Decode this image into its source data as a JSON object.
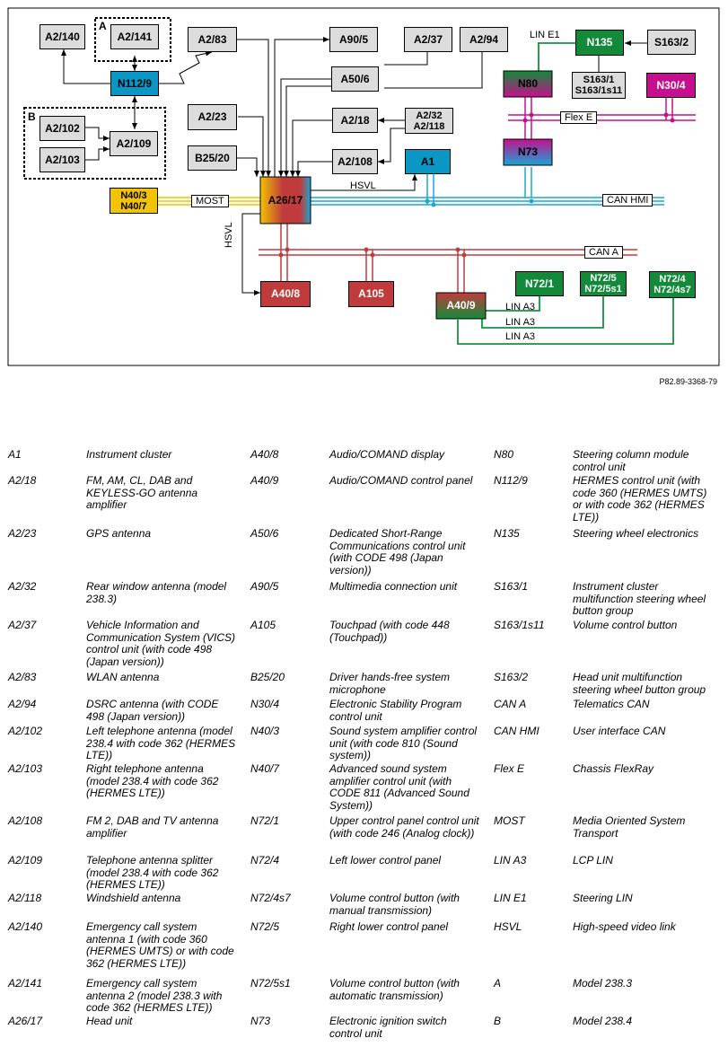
{
  "diagram": {
    "nodes": {
      "a2_140": "A2/140",
      "a2_141": "A2/141",
      "a2_83": "A2/83",
      "a90_5": "A90/5",
      "a2_37": "A2/37",
      "a2_94": "A2/94",
      "n135": "N135",
      "s163_2": "S163/2",
      "n112_9": "N112/9",
      "a50_6": "A50/6",
      "n80": "N80",
      "s163_1": "S163/1\nS163/1s11",
      "n30_4": "N30/4",
      "a2_102": "A2/102",
      "a2_109": "A2/109",
      "a2_103": "A2/103",
      "a2_23": "A2/23",
      "a2_18": "A2/18",
      "a2_32": "A2/32\nA2/118",
      "n73": "N73",
      "b25_20": "B25/20",
      "a2_108": "A2/108",
      "a1": "A1",
      "n40": "N40/3\nN40/7",
      "a26_17": "A26/17",
      "a40_8": "A40/8",
      "a105": "A105",
      "a40_9": "A40/9",
      "n72_1": "N72/1",
      "n72_5": "N72/5\nN72/5s1",
      "n72_4": "N72/4\nN72/4s7"
    },
    "group_a": "A",
    "group_b": "B",
    "bus_labels": {
      "lin_e1": "LIN E1",
      "flex_e": "Flex E",
      "most": "MOST",
      "hsvl_top": "HSVL",
      "hsvl_side": "HSVL",
      "can_hmi": "CAN HMI",
      "can_a": "CAN A",
      "lin_a3_1": "LIN A3",
      "lin_a3_2": "LIN A3",
      "lin_a3_3": "LIN A3"
    },
    "caption": "P82.89-3368-79",
    "colors": {
      "can_hmi": "#1aa6d6",
      "can_a": "#c23a3a",
      "flex_e": "#c4108c",
      "lin": "#179040",
      "most": "#f2c300"
    }
  },
  "legend": [
    [
      "A1",
      "Instrument cluster",
      "A40/8",
      "Audio/COMAND display",
      "N80",
      "Steering column module control unit"
    ],
    [
      "A2/18",
      "FM, AM, CL, DAB and KEYLESS-GO antenna amplifier",
      "A40/9",
      "Audio/COMAND control panel",
      "N112/9",
      "HERMES control unit (with code 360 (HERMES UMTS) or with code 362 (HERMES LTE))"
    ],
    [
      "A2/23",
      "GPS antenna",
      "A50/6",
      "Dedicated Short-Range Communications control unit (with CODE 498 (Japan version))",
      "N135",
      "Steering wheel electronics"
    ],
    [
      "A2/32",
      "Rear window antenna (model 238.3)",
      "A90/5",
      "Multimedia connection unit",
      "S163/1",
      "Instrument cluster multifunction steering wheel button group"
    ],
    [
      "A2/37",
      "Vehicle Information and Communication System (VICS) control unit (with code 498 (Japan version))",
      "A105",
      "Touchpad (with code 448 (Touchpad))",
      "S163/1s11",
      "Volume control button"
    ],
    [
      "A2/83",
      "WLAN antenna",
      "B25/20",
      "Driver hands-free system microphone",
      "S163/2",
      "Head unit multifunction steering wheel button group"
    ],
    [
      "A2/94",
      "DSRC antenna (with CODE 498 (Japan version))",
      "N30/4",
      "Electronic Stability Program control unit",
      "CAN A",
      "Telematics CAN"
    ],
    [
      "A2/102",
      "Left telephone antenna (model 238.4 with code 362 (HERMES LTE))",
      "N40/3",
      "Sound system amplifier control unit (with code 810 (Sound system))",
      "CAN HMI",
      "User interface CAN"
    ],
    [
      "A2/103",
      "Right telephone antenna (model 238.4 with code 362 (HERMES LTE))",
      "N40/7",
      "Advanced sound system amplifier control unit (with CODE 811 (Advanced Sound System))",
      "Flex E",
      "Chassis FlexRay"
    ],
    [
      "A2/108",
      "FM 2, DAB and TV antenna amplifier",
      "N72/1",
      "Upper control panel control unit (with code 246 (Analog clock))",
      "MOST",
      "Media Oriented System Transport"
    ],
    [
      "A2/109",
      "Telephone antenna splitter (model 238.4 with code 362 (HERMES LTE))",
      "N72/4",
      "Left lower control panel",
      "LIN A3",
      "LCP LIN"
    ],
    [
      "A2/118",
      "Windshield antenna",
      "N72/4s7",
      "Volume control button (with manual transmission)",
      "LIN E1",
      "Steering LIN"
    ],
    [
      "A2/140",
      "Emergency call system antenna 1 (with code 360 (HERMES UMTS) or with code 362 (HERMES LTE))",
      "N72/5",
      "Right lower control panel",
      "HSVL",
      "High-speed video link"
    ],
    [
      "A2/141",
      "Emergency call system antenna 2 (model 238.3 with code 362 (HERMES LTE))",
      "N72/5s1",
      "Volume control button (with automatic transmission)",
      "A",
      "Model 238.3"
    ],
    [
      "A26/17",
      "Head unit",
      "N73",
      "Electronic ignition switch control unit",
      "B",
      "Model 238.4"
    ]
  ]
}
